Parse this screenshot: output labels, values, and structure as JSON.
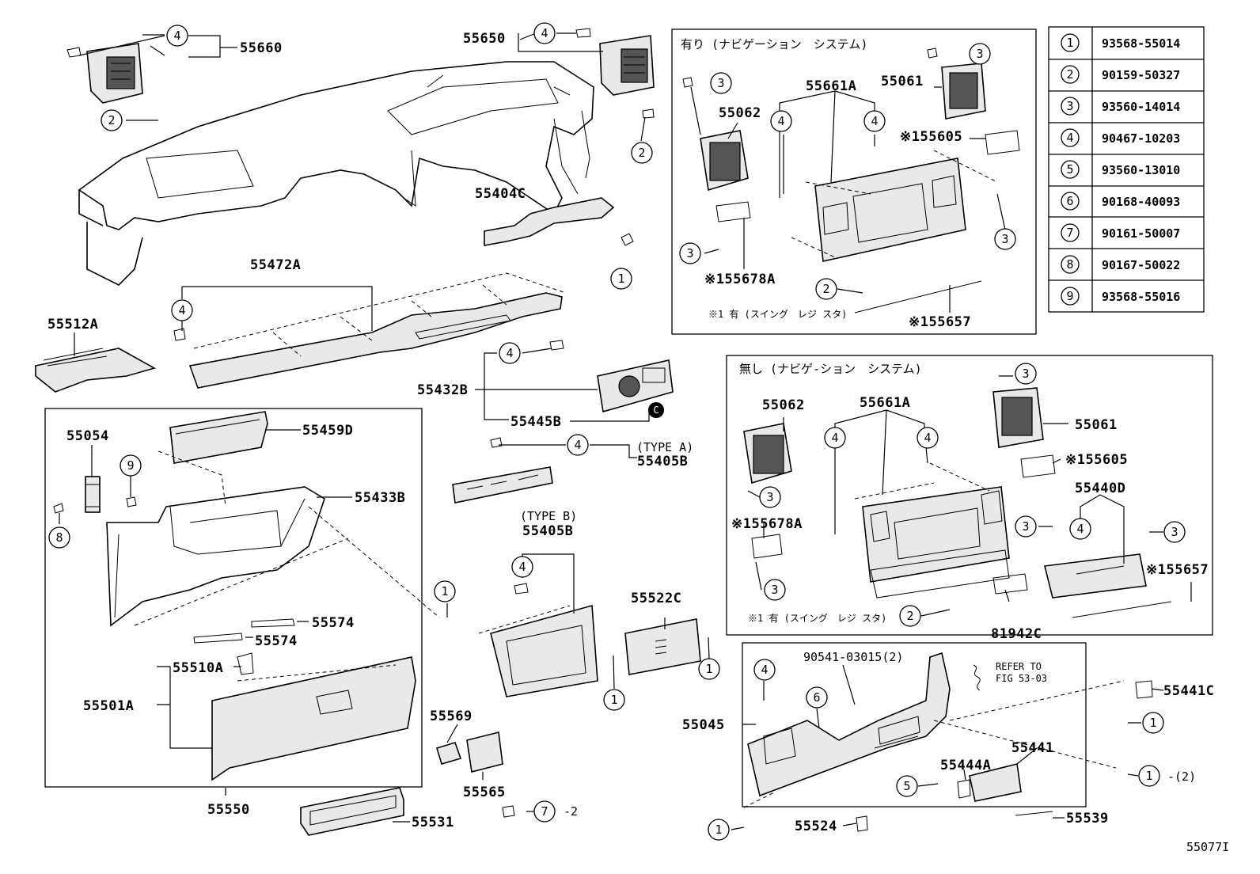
{
  "diagram_id": "55077I",
  "sections": {
    "with_nav_title": "有り (ナビゲーション　システム)",
    "without_nav_title": "無し (ナビゲ-ション　システム)",
    "with_nav_note": "※1 有 (スイング　レジ スタ)",
    "without_nav_note": "※1 有 (スイング　レジ スタ)",
    "refer_line1": "REFER TO",
    "refer_line2": "FIG 53-03"
  },
  "legend": [
    {
      "ref": "1",
      "part": "93568-55014"
    },
    {
      "ref": "2",
      "part": "90159-50327"
    },
    {
      "ref": "3",
      "part": "93560-14014"
    },
    {
      "ref": "4",
      "part": "90467-10203"
    },
    {
      "ref": "5",
      "part": "93560-13010"
    },
    {
      "ref": "6",
      "part": "90168-40093"
    },
    {
      "ref": "7",
      "part": "90161-50007"
    },
    {
      "ref": "8",
      "part": "90167-50022"
    },
    {
      "ref": "9",
      "part": "93568-55016"
    }
  ],
  "labels": {
    "p55660": "55660",
    "p55650": "55650",
    "p55404C": "55404C",
    "p55472A": "55472A",
    "p55512A": "55512A",
    "p55459D": "55459D",
    "p55054": "55054",
    "p55433B": "55433B",
    "p55432B": "55432B",
    "p55445B": "55445B",
    "typeA": "(TYPE A)",
    "p55405B_a": "55405B",
    "typeB": "(TYPE B)",
    "p55405B_b": "55405B",
    "p55574_1": "55574",
    "p55574_2": "55574",
    "p55510A": "55510A",
    "p55501A": "55501A",
    "p55550": "55550",
    "p55522C": "55522C",
    "p55569": "55569",
    "p55565": "55565",
    "p55531": "55531",
    "seven_suffix": "-2",
    "n_55661A": "55661A",
    "n_55061": "55061",
    "n_55062": "55062",
    "n_55605": "※155605",
    "n_55678A": "※155678A",
    "n_55657": "※155657",
    "o_55062": "55062",
    "o_55661A": "55661A",
    "o_55061": "55061",
    "o_55605": "※155605",
    "o_55440D": "55440D",
    "o_55678A": "※155678A",
    "o_55657": "※155657",
    "o_81942C": "81942C",
    "b_90541": "90541-03015(2)",
    "b_55441C": "55441C",
    "b_55045": "55045",
    "b_55441": "55441",
    "b_55444A": "55444A",
    "b_55524": "55524",
    "b_55539": "55539",
    "one_suffix": "-(2)",
    "c_marker": "C"
  }
}
